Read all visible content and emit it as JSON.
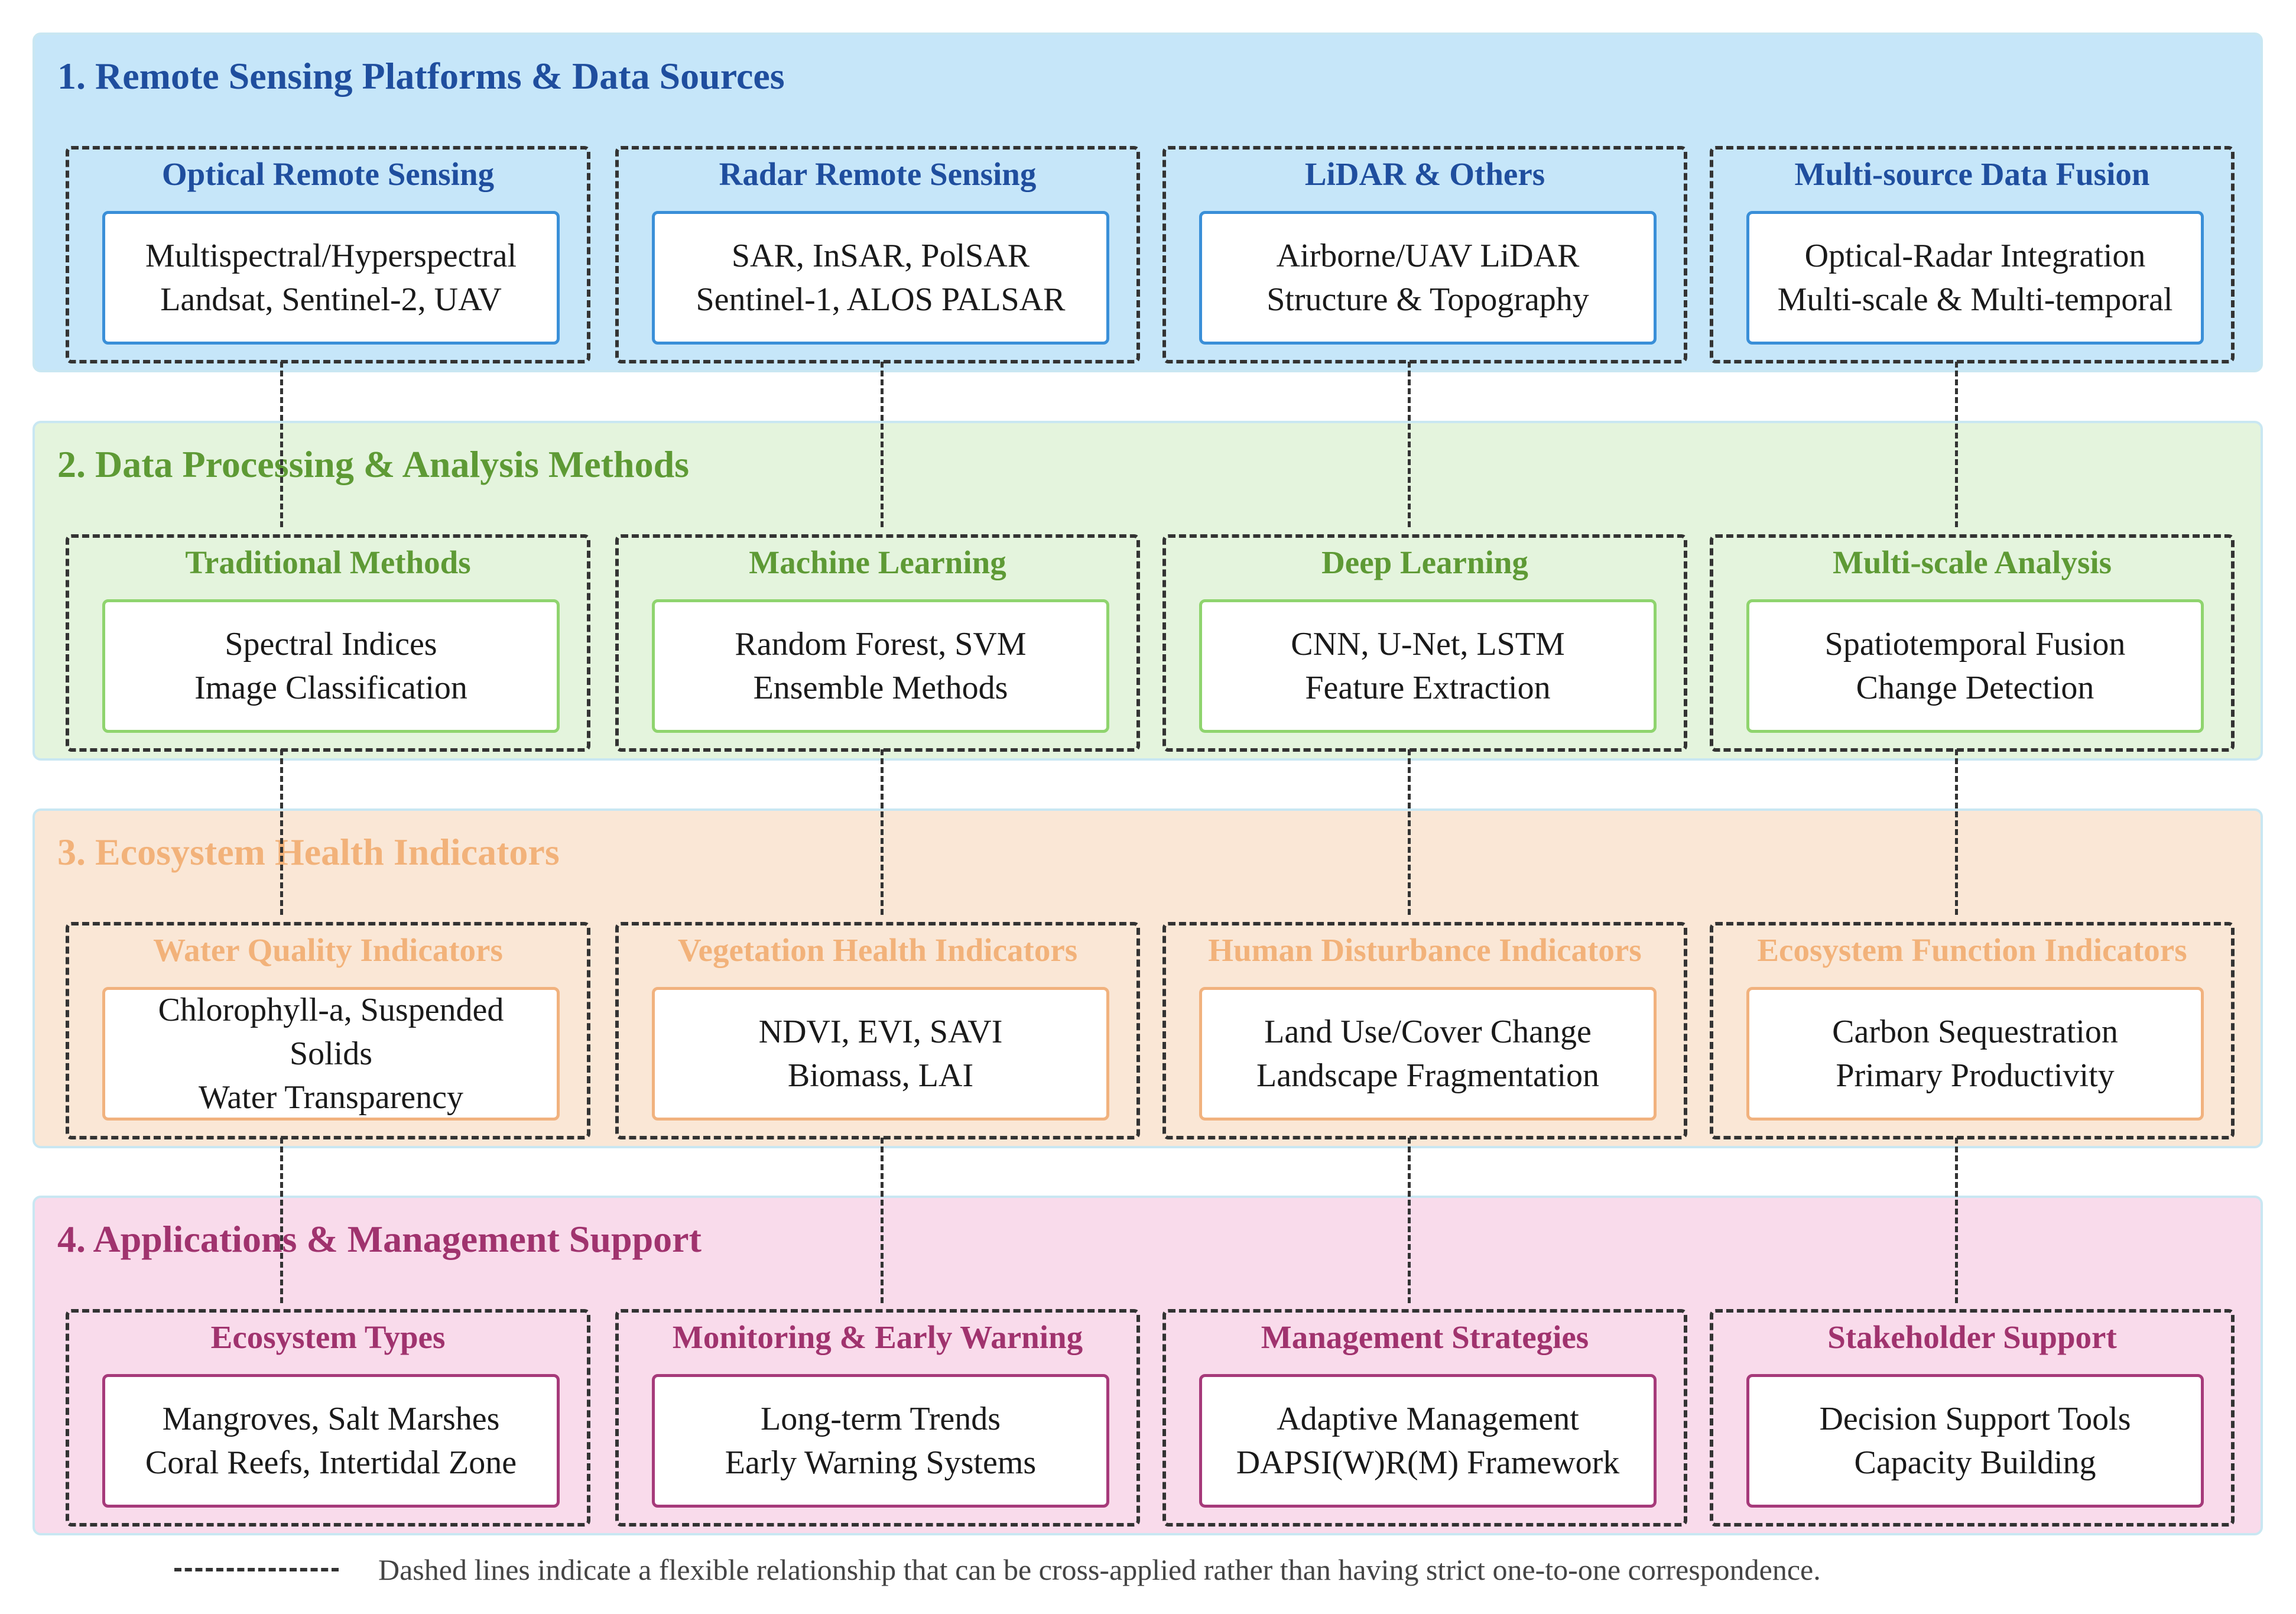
{
  "layers": [
    {
      "title": "1. Remote Sensing Platforms & Data Sources",
      "groups": [
        {
          "title": "Optical Remote Sensing",
          "lines": [
            "Multispectral/Hyperspectral",
            "Landsat, Sentinel-2, UAV"
          ]
        },
        {
          "title": "Radar Remote Sensing",
          "lines": [
            "SAR, InSAR, PolSAR",
            "Sentinel-1, ALOS PALSAR"
          ]
        },
        {
          "title": "LiDAR & Others",
          "lines": [
            "Airborne/UAV LiDAR",
            "Structure & Topography"
          ]
        },
        {
          "title": "Multi-source Data Fusion",
          "lines": [
            "Optical-Radar Integration",
            "Multi-scale & Multi-temporal"
          ]
        }
      ]
    },
    {
      "title": "2. Data Processing & Analysis Methods",
      "groups": [
        {
          "title": "Traditional Methods",
          "lines": [
            "Spectral Indices",
            "Image Classification"
          ]
        },
        {
          "title": "Machine Learning",
          "lines": [
            "Random Forest, SVM",
            "Ensemble Methods"
          ]
        },
        {
          "title": "Deep Learning",
          "lines": [
            "CNN, U-Net, LSTM",
            "Feature Extraction"
          ]
        },
        {
          "title": "Multi-scale Analysis",
          "lines": [
            "Spatiotemporal Fusion",
            "Change Detection"
          ]
        }
      ]
    },
    {
      "title": "3. Ecosystem Health Indicators",
      "groups": [
        {
          "title": "Water Quality Indicators",
          "lines": [
            "Chlorophyll-a, Suspended Solids",
            "Water Transparency"
          ]
        },
        {
          "title": "Vegetation Health Indicators",
          "lines": [
            "NDVI, EVI, SAVI",
            "Biomass, LAI"
          ]
        },
        {
          "title": "Human Disturbance Indicators",
          "lines": [
            "Land Use/Cover Change",
            "Landscape Fragmentation"
          ]
        },
        {
          "title": "Ecosystem Function Indicators",
          "lines": [
            "Carbon Sequestration",
            "Primary Productivity"
          ]
        }
      ]
    },
    {
      "title": "4. Applications & Management Support",
      "groups": [
        {
          "title": "Ecosystem Types",
          "lines": [
            "Mangroves, Salt Marshes",
            "Coral Reefs, Intertidal Zone"
          ]
        },
        {
          "title": "Monitoring & Early Warning",
          "lines": [
            "Long-term Trends",
            "Early Warning Systems"
          ]
        },
        {
          "title": "Management Strategies",
          "lines": [
            "Adaptive Management",
            "DAPSI(W)R(M) Framework"
          ]
        },
        {
          "title": "Stakeholder Support",
          "lines": [
            "Decision Support Tools",
            "Capacity Building"
          ]
        }
      ]
    }
  ],
  "legend": {
    "text": "Dashed lines indicate a flexible relationship that can be cross-applied rather than having strict one-to-one correspondence."
  }
}
